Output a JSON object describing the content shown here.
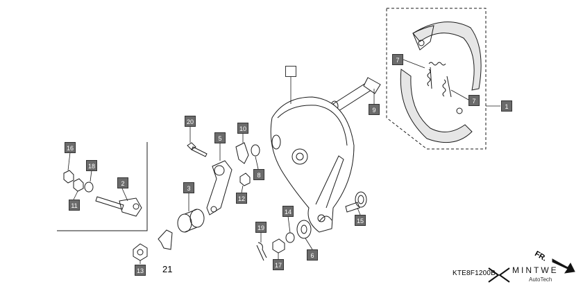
{
  "callouts": {
    "c1": "1",
    "c2": "2",
    "c3": "3",
    "c5": "5",
    "c6": "6",
    "c7a": "7",
    "c7b": "7",
    "c8": "8",
    "c9": "9",
    "c10": "10",
    "c11": "11",
    "c12": "12",
    "c13": "13",
    "c14": "14",
    "c15": "15",
    "c16": "16",
    "c17": "17",
    "c18": "18",
    "c19": "19",
    "c20": "20",
    "c21": "21",
    "blank": ""
  },
  "diagram_code": "KTE8F1200B",
  "direction_label": "FR.",
  "watermark": {
    "name": "MINTWE",
    "sub": "AutoTech"
  },
  "colors": {
    "line": "#1a1a1a",
    "callout": "#6b6b6b",
    "shoe": "#e6e6e6"
  }
}
